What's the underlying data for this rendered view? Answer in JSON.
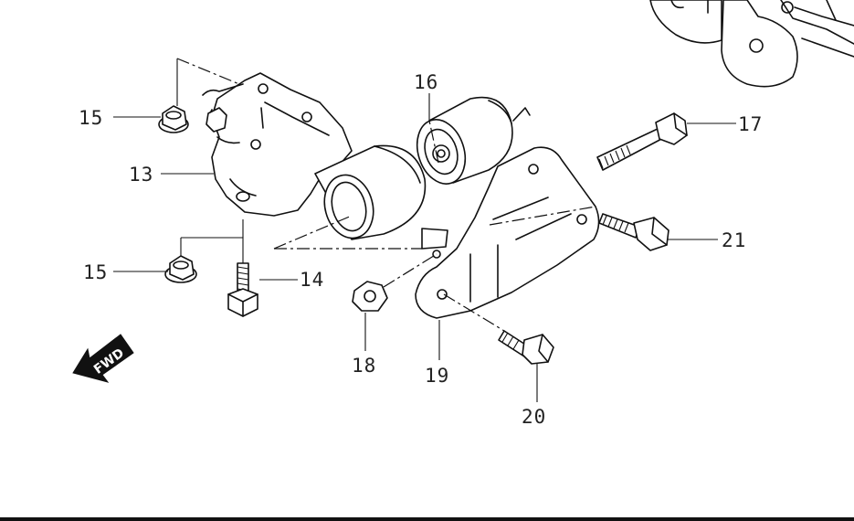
{
  "callouts": {
    "c13": "13",
    "c14": "14",
    "c15a": "15",
    "c15b": "15",
    "c16": "16",
    "c17": "17",
    "c18": "18",
    "c19": "19",
    "c20": "20",
    "c21": "21"
  },
  "direction_arrow": {
    "label": "FWD"
  }
}
